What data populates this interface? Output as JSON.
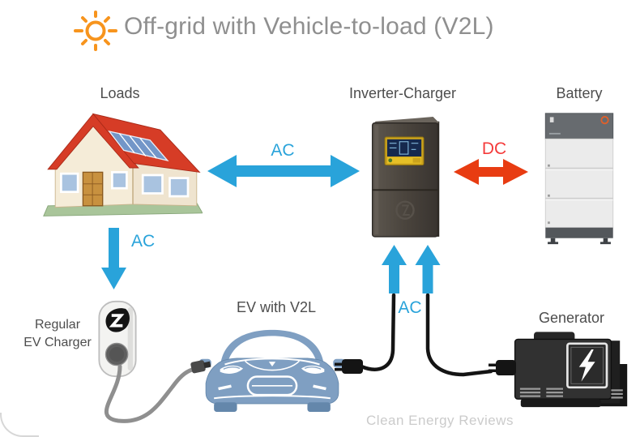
{
  "title": {
    "text": "Off-grid with Vehicle-to-load (V2L)",
    "icon": "sun"
  },
  "watermark": "Clean Energy Reviews",
  "labels": {
    "loads": "Loads",
    "inverter": "Inverter-Charger",
    "battery": "Battery",
    "ev": "EV with V2L",
    "generator": "Generator",
    "charger_line1": "Regular",
    "charger_line2": "EV Charger"
  },
  "arrows": {
    "loads_inverter": {
      "label": "AC",
      "type": "bidirectional-horizontal",
      "color": "#29a3da"
    },
    "inverter_battery": {
      "label": "DC",
      "type": "bidirectional-horizontal",
      "color": "#e83c12"
    },
    "loads_charger": {
      "label": "AC",
      "type": "down",
      "color": "#29a3da"
    },
    "sources_inverter": {
      "label": "AC",
      "type": "double-up",
      "color": "#29a3da"
    }
  },
  "colors": {
    "ac_blue": "#29a3da",
    "dc_red": "#e83c12",
    "label_gray": "#4d4d4d",
    "title_gray": "#8f8f8f",
    "sun_orange": "#f7941d",
    "watermark_gray": "#cbcbcb",
    "car_blue": "#7f9fc2",
    "roof_red": "#d63c26"
  }
}
